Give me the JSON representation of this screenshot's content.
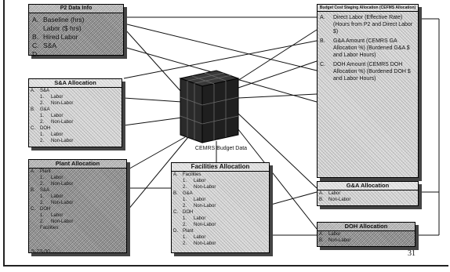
{
  "p2_data_info": {
    "title": "P2 Data Info",
    "items": [
      {
        "key": "A.",
        "label": "Baseline (hrs)"
      },
      {
        "key": "",
        "label": "Labor ($ hrs)"
      },
      {
        "key": "B.",
        "label": "Hired Labor"
      },
      {
        "key": "C.",
        "label": "S&A"
      },
      {
        "key": "D.",
        "label": ""
      }
    ]
  },
  "sa_allocation": {
    "title": "S&A Allocation",
    "rows": [
      {
        "key": "A.",
        "label": "S&A"
      },
      {
        "key": "1.",
        "label": "Labor",
        "sub": true
      },
      {
        "key": "2.",
        "label": "Non-Labor",
        "sub": true
      },
      {
        "key": "B.",
        "label": "G&A"
      },
      {
        "key": "1.",
        "label": "Labor",
        "sub": true
      },
      {
        "key": "2.",
        "label": "Non-Labor",
        "sub": true
      },
      {
        "key": "C.",
        "label": "DOH"
      },
      {
        "key": "1.",
        "label": "Labor",
        "sub": true
      },
      {
        "key": "2.",
        "label": "Non-Labor",
        "sub": true
      }
    ]
  },
  "plant_allocation": {
    "title": "Plant Allocation",
    "rows": [
      {
        "key": "A.",
        "label": "Plant"
      },
      {
        "key": "1.",
        "label": "Labor",
        "sub": true
      },
      {
        "key": "2.",
        "label": "Non-Labor",
        "sub": true
      },
      {
        "key": "B.",
        "label": "S&A"
      },
      {
        "key": "1.",
        "label": "Labor",
        "sub": true
      },
      {
        "key": "2.",
        "label": "Non-Labor",
        "sub": true
      },
      {
        "key": "C.",
        "label": "DOH"
      },
      {
        "key": "1.",
        "label": "Labor",
        "sub": true
      },
      {
        "key": "2.",
        "label": "Non-Labor",
        "sub": true
      },
      {
        "key": "",
        "label": "Facilities"
      }
    ]
  },
  "facilities_allocation": {
    "title": "Facilities Allocation",
    "rows": [
      {
        "key": "A.",
        "label": "Facilities"
      },
      {
        "key": "1.",
        "label": "Labor",
        "sub": true
      },
      {
        "key": "2.",
        "label": "Non-Labor",
        "sub": true
      },
      {
        "key": "B.",
        "label": "G&A"
      },
      {
        "key": "1.",
        "label": "Labor",
        "sub": true
      },
      {
        "key": "2.",
        "label": "Non-Labor",
        "sub": true
      },
      {
        "key": "C.",
        "label": "DOH"
      },
      {
        "key": "1.",
        "label": "Labor",
        "sub": true
      },
      {
        "key": "2.",
        "label": "Non-Labor",
        "sub": true
      },
      {
        "key": "D.",
        "label": "Plant"
      },
      {
        "key": "1.",
        "label": "Labor",
        "sub": true
      },
      {
        "key": "2.",
        "label": "Non-Labor",
        "sub": true
      }
    ]
  },
  "budget_cost_staging": {
    "title": "Budget Cost Staging Allocation (CEFMS Allocation)",
    "items": [
      {
        "key": "A.",
        "text": "Direct Labor (Effective Rate) (Hours from P2 and Direct Labor $)"
      },
      {
        "key": "B.",
        "text": "G&A Amount (CEMRS GA Allocation %) (Burdened G&A $ and Labor Hours)"
      },
      {
        "key": "C.",
        "text": "DOH Amount (CEMRS DOH Allocation %) (Burdened DOH $ and Labor Hours)"
      }
    ]
  },
  "ga_allocation": {
    "title": "G&A Allocation",
    "rows": [
      {
        "key": "A.",
        "label": "Labor"
      },
      {
        "key": "B.",
        "label": "Non-Labor"
      }
    ]
  },
  "doh_allocation": {
    "title": "DOH Allocation",
    "rows": [
      {
        "key": "A.",
        "label": "Labor"
      },
      {
        "key": "B.",
        "label": "Non-Labor"
      }
    ]
  },
  "cube_label": "CEMRS Budget Data",
  "footer": {
    "date": "5-23-00",
    "page": "31"
  }
}
